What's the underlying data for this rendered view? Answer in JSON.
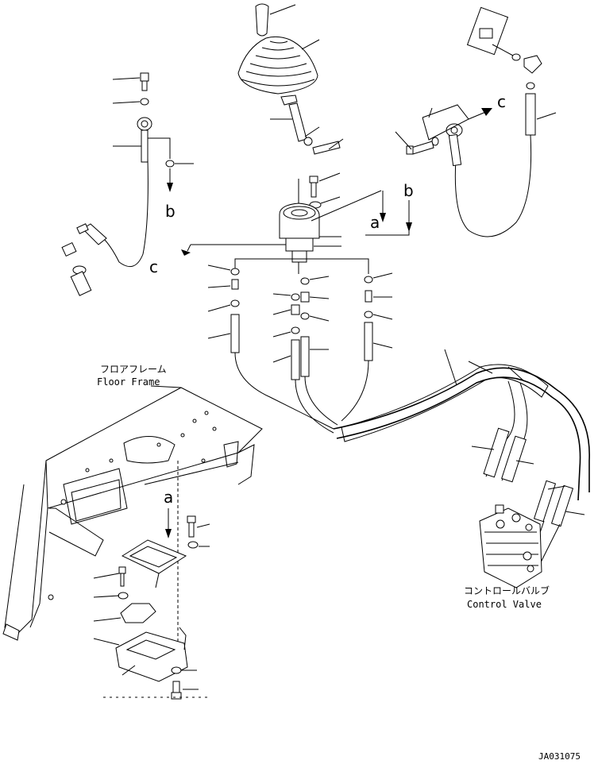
{
  "labels": {
    "floor_frame_jp": "フロアフレーム",
    "floor_frame_en": "Floor Frame",
    "control_valve_jp": "コントロールバルブ",
    "control_valve_en": "Control Valve",
    "drawing_code": "JA031075"
  },
  "ref_letters": {
    "a_top": "a",
    "b_left": "b",
    "b_right": "b",
    "c_left": "c",
    "c_right": "c",
    "a_bottom": "a"
  }
}
